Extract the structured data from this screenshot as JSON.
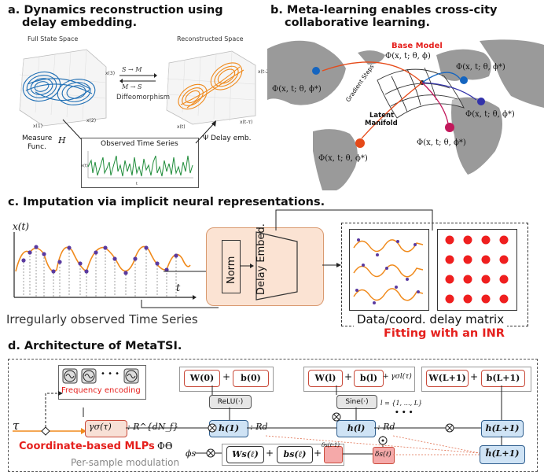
{
  "panels": {
    "a": {
      "title_line1": "a. Dynamics reconstruction using",
      "title_line2": "delay embedding.",
      "full_state_label": "Full State Space",
      "reconstructed_label": "Reconstructed Space",
      "map_forward": "S → M",
      "map_backward": "M → S",
      "diffeo_label": "Diffeomorphism",
      "measure_label_line1": "Measure",
      "measure_label_line2": "Func.",
      "h_symbol": "H",
      "observed_label": "Observed Time Series",
      "delay_emb_label": "Ψ Delay emb.",
      "axis_x_full": "x(1)",
      "axis_y_full": "x(2)",
      "axis_z_full": "x(3)",
      "axis_x_rec": "x(t)",
      "axis_y_rec": "x(t-τ)",
      "axis_z_rec": "x(t-2τ)",
      "ts_xlabel": "t",
      "ts_ylabel": "x(t)"
    },
    "b": {
      "title_line1": "b. Meta-learning enables cross-city",
      "title_line2": "collaborative learning.",
      "base_model": "Base Model",
      "base_phi": "Φ(x, t; θ, ϕ)",
      "city_phi": "Φ(x, t; θ, ϕ*)",
      "gradient_steps": "Gradient Steps",
      "latent_line1": "Latent",
      "latent_line2": "Manifold"
    },
    "c": {
      "title": "c. Imputation via implicit neural representations.",
      "ylabel": "x(t)",
      "xlabel": "t",
      "irregular_label": "Irregularly observed Time Series",
      "norm_label": "Norm",
      "delay_embed_label": "Delay Embed.",
      "matrix_label": "Data/coord. delay matrix",
      "fitting_label": "Fitting with an INR"
    },
    "d": {
      "title": "d. Architecture of MetaTSI.",
      "freq_encoding": "Frequency encoding",
      "tau": "τ",
      "gamma": "γσ(τ)",
      "gamma_dim": ": R^{dN_f}",
      "coord_mlps": "Coordinate-based MLPs",
      "phi_theta": "ΦΘ",
      "per_sample": "Per-sample modulation",
      "phi_s": "ϕs",
      "w0": "W(0)",
      "b0": "b(0)",
      "relu": "ReLU(·)",
      "h1": "h(1)",
      "rd": ": Rd",
      "wl": "W(l)",
      "bl": "b(l)",
      "gamma_small": "+ γσl(τ)",
      "sine": "Sine(·)",
      "l_range": "l = {1, …, L}",
      "hl": "h(l)",
      "wL": "W(L+1)",
      "bL": "b(L+1)",
      "hL": "h(L+1)",
      "htilde": "h̃(L+1)",
      "ws": "Ws(ℓ)",
      "bs": "bs(ℓ)",
      "delta_prev": "δs(ℓ-1)",
      "delta": "δs(ℓ)",
      "dots": "• • •",
      "plus": "+"
    }
  }
}
